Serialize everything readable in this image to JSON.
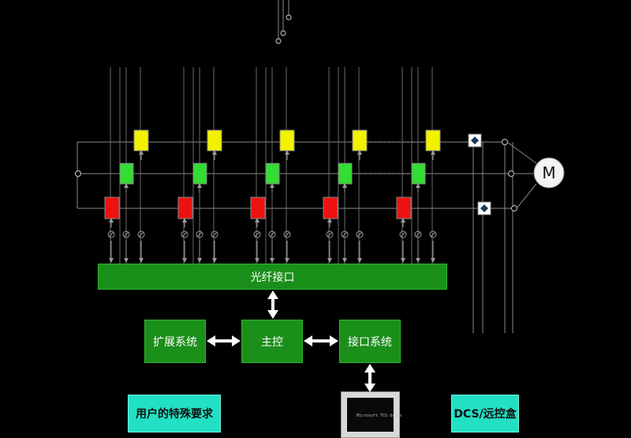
{
  "diagram": {
    "fiber_interface": "光纤接口",
    "main_control": "主控",
    "expansion_system": "扩展系统",
    "interface_system": "接口系统",
    "user_requirements": "用户的特殊要求",
    "dcs_box": "DCS/远控盒",
    "motor_label": "M",
    "monitor_text": "Microsoft TCG drive"
  },
  "colors": {
    "top_module": "#f2f200",
    "mid_module": "#33dd33",
    "bottom_module": "#ee1111",
    "panel_green": "#1a8f1a",
    "cyan_box": "#22e0c4",
    "line": "#8a8a8a"
  }
}
